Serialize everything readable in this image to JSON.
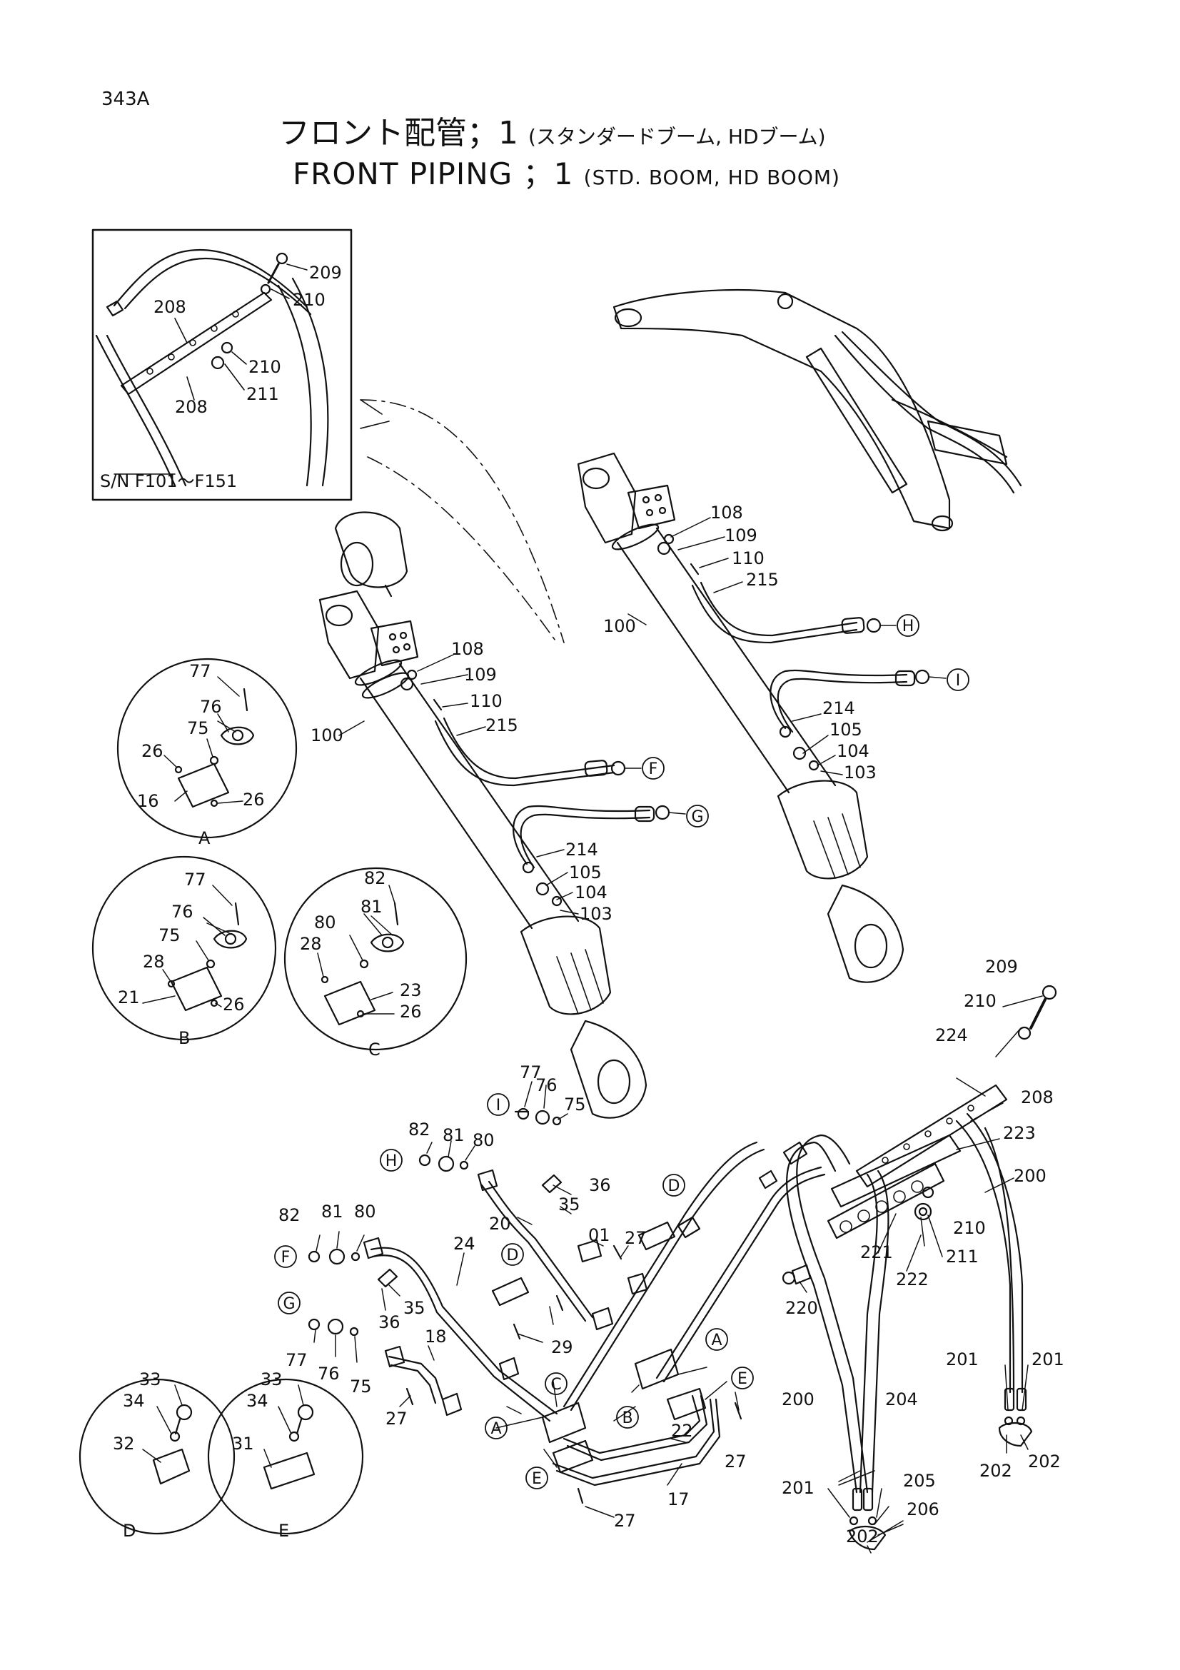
{
  "header": {
    "page_number": "343A",
    "title_jp": "フロント配管；1",
    "title_jp_sub": "(スタンダードブーム, HDブーム)",
    "title_en": "FRONT PIPING ；1",
    "title_en_sub": "(STD. BOOM, HD BOOM)"
  },
  "inset": {
    "serial_label": "S/N  F101～F151",
    "labels": {
      "l209": "209",
      "l210a": "210",
      "l208a": "208",
      "l210b": "210",
      "l211": "211",
      "l208b": "208"
    }
  },
  "cylinder_left": {
    "labels": {
      "l108": "108",
      "l109": "109",
      "l110": "110",
      "l215": "215",
      "l100": "100",
      "l214": "214",
      "l105": "105",
      "l104": "104",
      "l103": "103"
    },
    "connectors": {
      "F": "F",
      "G": "G"
    }
  },
  "cylinder_right": {
    "labels": {
      "l108": "108",
      "l109": "109",
      "l110": "110",
      "l215": "215",
      "l100": "100",
      "l214": "214",
      "l105": "105",
      "l104": "104",
      "l103": "103"
    },
    "connectors": {
      "H": "H",
      "I": "I"
    }
  },
  "detail_a": {
    "caption": "A",
    "labels": {
      "l77": "77",
      "l76": "76",
      "l75": "75",
      "l26a": "26",
      "l16": "16",
      "l26b": "26"
    }
  },
  "detail_b": {
    "caption": "B",
    "labels": {
      "l77": "77",
      "l76": "76",
      "l75": "75",
      "l28": "28",
      "l21": "21",
      "l26": "26"
    }
  },
  "detail_c": {
    "caption": "C",
    "labels": {
      "l82": "82",
      "l81": "81",
      "l80": "80",
      "l28": "28",
      "l23": "23",
      "l26": "26"
    }
  },
  "detail_d": {
    "caption": "D",
    "labels": {
      "l33": "33",
      "l34": "34",
      "l32": "32"
    }
  },
  "detail_e": {
    "caption": "E",
    "labels": {
      "l33": "33",
      "l34": "34",
      "l31": "31"
    }
  },
  "lower_assembly": {
    "labels": {
      "l77a": "77",
      "l76a": "76",
      "l75a": "75",
      "l82a": "82",
      "l81a": "81",
      "l80a": "80",
      "l36a": "36",
      "l35a": "35",
      "l20": "20",
      "l01": "01",
      "l27a": "27",
      "l82b": "82",
      "l81b": "81",
      "l80b": "80",
      "l24": "24",
      "l36b": "36",
      "l35b": "35",
      "l29": "29",
      "l77b": "77",
      "l76b": "76",
      "l75b": "75",
      "l18": "18",
      "l27b": "27",
      "l22": "22",
      "l27c": "27",
      "l17": "17",
      "l27d": "27"
    },
    "connectors": {
      "I": "I",
      "H": "H",
      "F": "F",
      "G": "G",
      "D1": "D",
      "D2": "D",
      "C": "C",
      "A1": "A",
      "A2": "A",
      "B": "B",
      "E1": "E",
      "E2": "E"
    }
  },
  "right_assembly": {
    "labels": {
      "l209": "209",
      "l210a": "210",
      "l224": "224",
      "l208": "208",
      "l223": "223",
      "l200a": "200",
      "l221": "221",
      "l210b": "210",
      "l211": "211",
      "l222": "222",
      "l220": "220",
      "l201a": "201",
      "l201b": "201",
      "l200b": "200",
      "l204": "204",
      "l202a": "202",
      "l202b": "202",
      "l201c": "201",
      "l205": "205",
      "l206": "206",
      "l202c": "202"
    }
  }
}
